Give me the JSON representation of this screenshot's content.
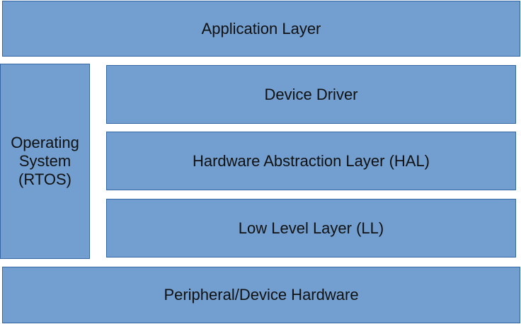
{
  "diagram": {
    "application_layer": "Application Layer",
    "operating_system": "Operating\nSystem\n(RTOS)",
    "device_driver": "Device Driver",
    "hal": "Hardware Abstraction Layer (HAL)",
    "low_level": "Low Level Layer (LL)",
    "hardware": "Peripheral/Device Hardware"
  },
  "colors": {
    "block_fill": "#729fcf",
    "block_border": "#3465a4",
    "text": "#111111"
  }
}
